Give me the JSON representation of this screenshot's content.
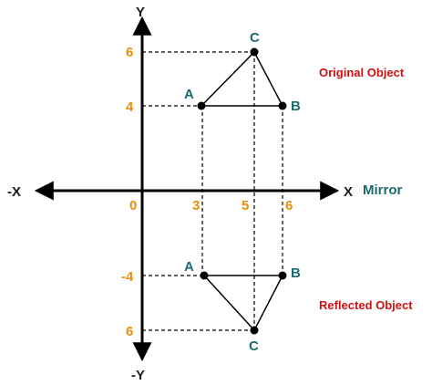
{
  "axes": {
    "x_pos_label": "X",
    "x_neg_label": "-X",
    "y_pos_label": "Y",
    "y_neg_label": "-Y",
    "mirror_label": "Mirror"
  },
  "ticks": {
    "origin": "0",
    "x3": "3",
    "x5": "5",
    "x6": "6",
    "y_top_6": "6",
    "y_top_4": "4",
    "y_bottom_minus4": "-4",
    "y_bottom_6": "6"
  },
  "original": {
    "caption": "Original Object",
    "A_label": "A",
    "B_label": "B",
    "C_label": "C",
    "points": {
      "A": [
        3,
        4
      ],
      "B": [
        6,
        4
      ],
      "C": [
        5,
        6
      ]
    }
  },
  "reflected": {
    "caption": "Reflected Object",
    "A_label": "A",
    "B_label": "B",
    "C_label": "C",
    "points": {
      "A": [
        3,
        -4
      ],
      "B": [
        6,
        -4
      ],
      "C": [
        5,
        -6
      ]
    }
  },
  "colors": {
    "axis": "#000000",
    "tick": "#e8900c",
    "point_label": "#1b6b6e",
    "caption": "#cc1111"
  }
}
